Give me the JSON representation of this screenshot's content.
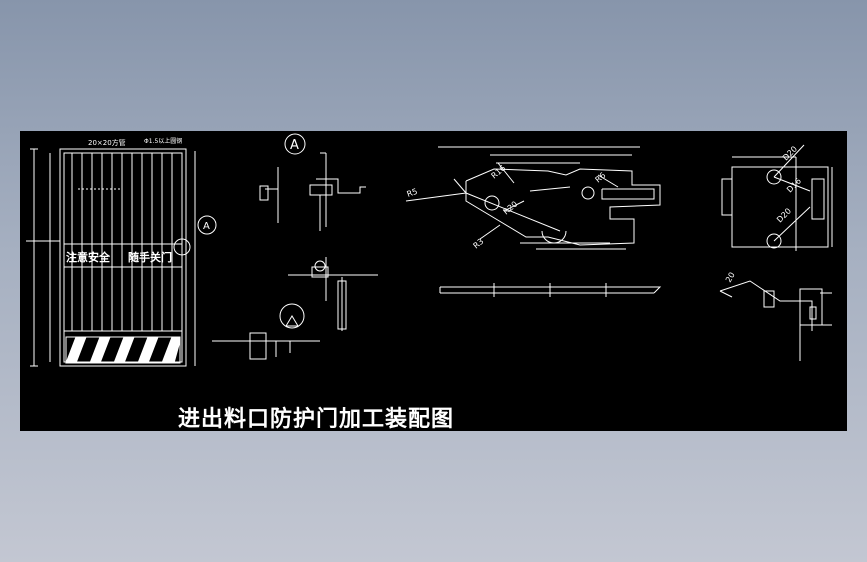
{
  "drawing": {
    "title": "进出料口防护门加工装配图",
    "labels": {
      "pipe_spec": "20×20方管",
      "mesh_spec": "Φ1.5以上圆钢",
      "warning_left": "注意安全",
      "warning_right": "随手关门",
      "detail_marker": "A",
      "detail_marker_view": "A",
      "radius_r5": "R5",
      "radius_r16": "R16",
      "radius_r20": "R20",
      "radius_r3": "R3",
      "radius_r6": "R6",
      "dia_d20_top": "D20",
      "dia_d16": "D16",
      "dia_d20_bottom": "D20",
      "dim_20": "20"
    }
  },
  "colors": {
    "background": "#000000",
    "line": "#ffffff",
    "page": "#97a3b8"
  }
}
